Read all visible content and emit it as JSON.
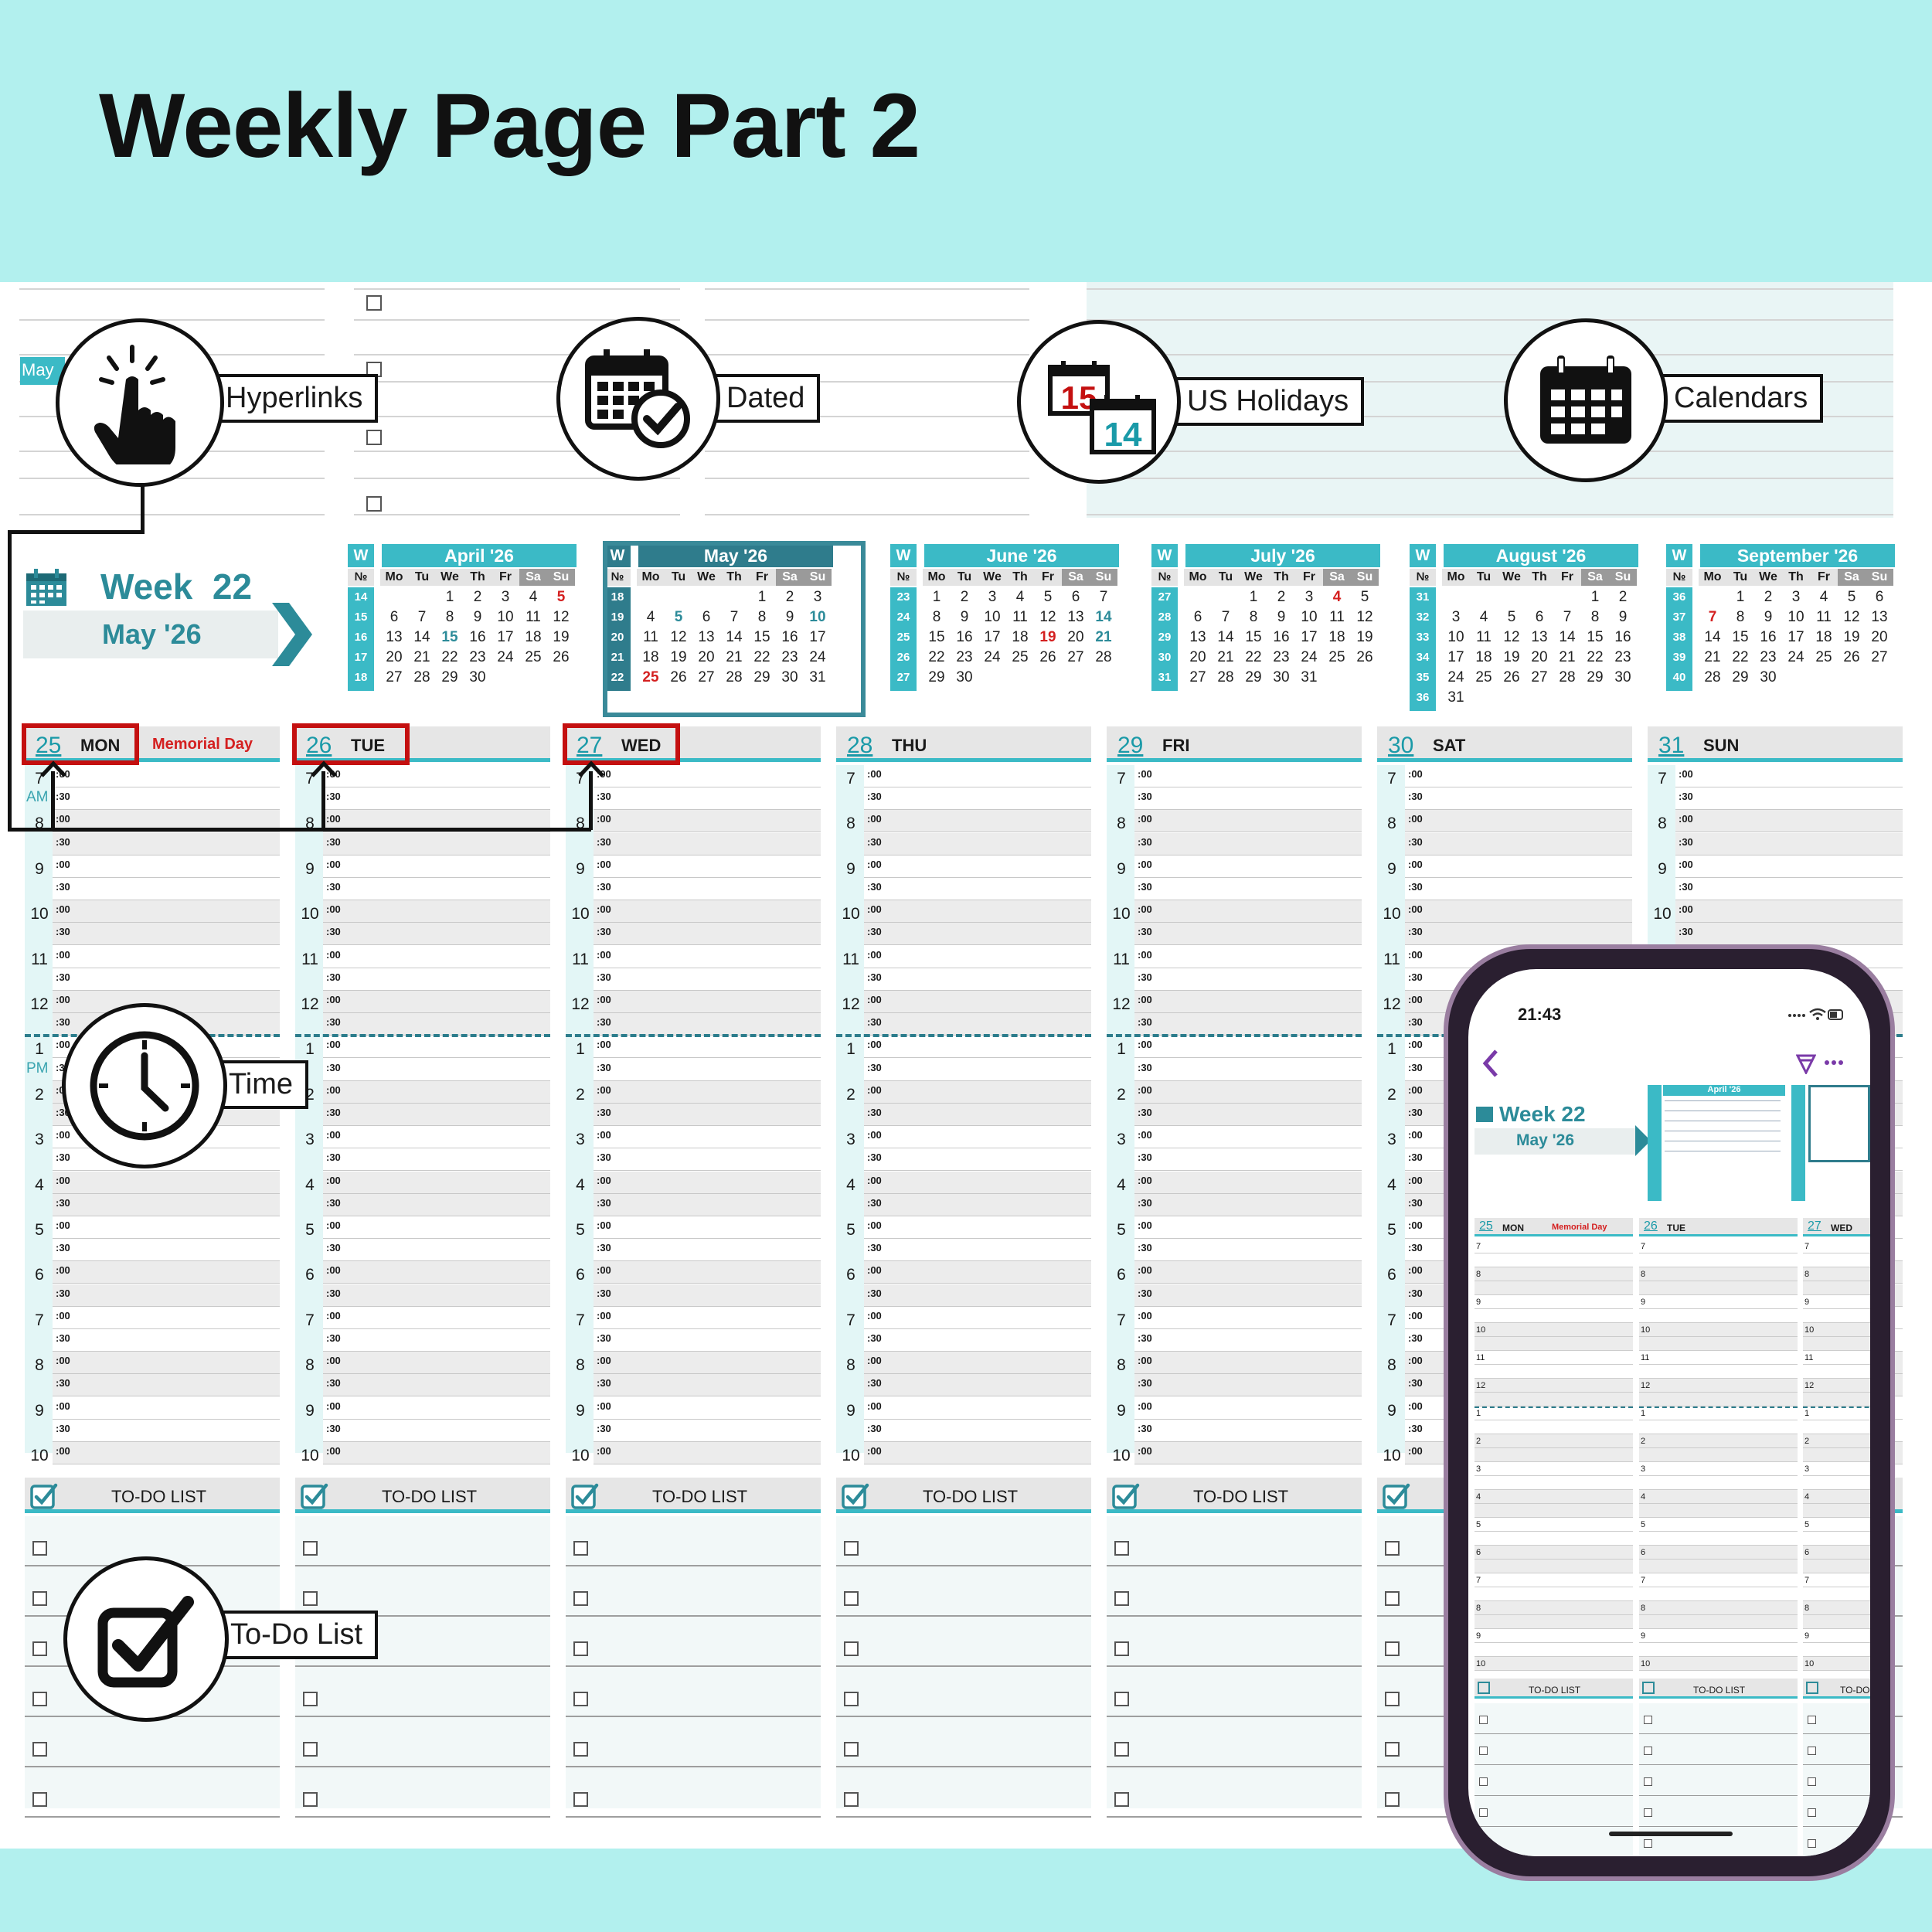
{
  "title": "Weekly Page Part 2",
  "background": {
    "month_link": "May"
  },
  "features": {
    "hyperlinks": "Hyperlinks",
    "dated": "Dated",
    "us_holidays": "US Holidays",
    "calendars": "Calendars",
    "time": "Time",
    "todo": "To-Do List",
    "holiday_icon_top": "15",
    "holiday_icon_bottom": "14"
  },
  "week": {
    "label": "Week",
    "number": "22",
    "month": "May '26"
  },
  "weekday_headers": [
    "Mo",
    "Tu",
    "We",
    "Th",
    "Fr",
    "Sa",
    "Su"
  ],
  "week_col_label": "W",
  "week_no_label": "№",
  "mini_calendars": [
    {
      "title": "April '26",
      "weeks": [
        "14",
        "15",
        "16",
        "17",
        "18"
      ],
      "rows": [
        [
          "",
          "",
          "1",
          "2",
          "3",
          "4",
          "5"
        ],
        [
          "6",
          "7",
          "8",
          "9",
          "10",
          "11",
          "12"
        ],
        [
          "13",
          "14",
          "15",
          "16",
          "17",
          "18",
          "19"
        ],
        [
          "20",
          "21",
          "22",
          "23",
          "24",
          "25",
          "26"
        ],
        [
          "27",
          "28",
          "29",
          "30",
          "",
          "",
          ""
        ]
      ],
      "highlight": [
        "15"
      ],
      "holidays": [
        "5"
      ]
    },
    {
      "title": "May '26",
      "weeks": [
        "18",
        "19",
        "20",
        "21",
        "22"
      ],
      "rows": [
        [
          "",
          "",
          "",
          "",
          "1",
          "2",
          "3"
        ],
        [
          "4",
          "5",
          "6",
          "7",
          "8",
          "9",
          "10"
        ],
        [
          "11",
          "12",
          "13",
          "14",
          "15",
          "16",
          "17"
        ],
        [
          "18",
          "19",
          "20",
          "21",
          "22",
          "23",
          "24"
        ],
        [
          "25",
          "26",
          "27",
          "28",
          "29",
          "30",
          "31"
        ]
      ],
      "highlight": [
        "5",
        "10"
      ],
      "holidays": [
        "25"
      ]
    },
    {
      "title": "June '26",
      "weeks": [
        "23",
        "24",
        "25",
        "26",
        "27"
      ],
      "rows": [
        [
          "1",
          "2",
          "3",
          "4",
          "5",
          "6",
          "7"
        ],
        [
          "8",
          "9",
          "10",
          "11",
          "12",
          "13",
          "14"
        ],
        [
          "15",
          "16",
          "17",
          "18",
          "19",
          "20",
          "21"
        ],
        [
          "22",
          "23",
          "24",
          "25",
          "26",
          "27",
          "28"
        ],
        [
          "29",
          "30",
          "",
          "",
          "",
          "",
          ""
        ]
      ],
      "highlight": [
        "14",
        "21"
      ],
      "holidays": [
        "19"
      ]
    },
    {
      "title": "July '26",
      "weeks": [
        "27",
        "28",
        "29",
        "30",
        "31"
      ],
      "rows": [
        [
          "",
          "",
          "1",
          "2",
          "3",
          "4",
          "5"
        ],
        [
          "6",
          "7",
          "8",
          "9",
          "10",
          "11",
          "12"
        ],
        [
          "13",
          "14",
          "15",
          "16",
          "17",
          "18",
          "19"
        ],
        [
          "20",
          "21",
          "22",
          "23",
          "24",
          "25",
          "26"
        ],
        [
          "27",
          "28",
          "29",
          "30",
          "31",
          "",
          ""
        ]
      ],
      "highlight": [],
      "holidays": [
        "4"
      ]
    },
    {
      "title": "August '26",
      "weeks": [
        "31",
        "32",
        "33",
        "34",
        "35",
        "36"
      ],
      "rows": [
        [
          "",
          "",
          "",
          "",
          "",
          "1",
          "2"
        ],
        [
          "3",
          "4",
          "5",
          "6",
          "7",
          "8",
          "9"
        ],
        [
          "10",
          "11",
          "12",
          "13",
          "14",
          "15",
          "16"
        ],
        [
          "17",
          "18",
          "19",
          "20",
          "21",
          "22",
          "23"
        ],
        [
          "24",
          "25",
          "26",
          "27",
          "28",
          "29",
          "30"
        ],
        [
          "31",
          "",
          "",
          "",
          "",
          "",
          ""
        ]
      ],
      "highlight": [],
      "holidays": []
    },
    {
      "title": "September '26",
      "weeks": [
        "36",
        "37",
        "38",
        "39",
        "40"
      ],
      "rows": [
        [
          "",
          "1",
          "2",
          "3",
          "4",
          "5",
          "6"
        ],
        [
          "7",
          "8",
          "9",
          "10",
          "11",
          "12",
          "13"
        ],
        [
          "14",
          "15",
          "16",
          "17",
          "18",
          "19",
          "20"
        ],
        [
          "21",
          "22",
          "23",
          "24",
          "25",
          "26",
          "27"
        ],
        [
          "28",
          "29",
          "30",
          "",
          "",
          "",
          ""
        ]
      ],
      "highlight": [],
      "holidays": [
        "7"
      ]
    }
  ],
  "days": [
    {
      "num": "25",
      "name": "MON",
      "holiday": "Memorial Day"
    },
    {
      "num": "26",
      "name": "TUE",
      "holiday": ""
    },
    {
      "num": "27",
      "name": "WED",
      "holiday": ""
    },
    {
      "num": "28",
      "name": "THU",
      "holiday": ""
    },
    {
      "num": "29",
      "name": "FRI",
      "holiday": ""
    },
    {
      "num": "30",
      "name": "SAT",
      "holiday": ""
    },
    {
      "num": "31",
      "name": "SUN",
      "holiday": ""
    }
  ],
  "hours": [
    "7",
    "8",
    "9",
    "10",
    "11",
    "12",
    "1",
    "2",
    "3",
    "4",
    "5",
    "6",
    "7",
    "8",
    "9",
    "10"
  ],
  "minute_labels": {
    "on": ":00",
    "half": ":30"
  },
  "am": "AM",
  "pm": "PM",
  "todo_label": "TO-DO LIST",
  "phone": {
    "time": "21:43",
    "week_label": "Week",
    "week_number": "22",
    "month": "May '26",
    "mini_title": "April '26",
    "holiday": "Memorial Day",
    "todo_label": "TO-DO LIST",
    "todo_partial": "TO-DO"
  },
  "colors": {
    "accent": "#3bbac6",
    "teal_text": "#2c8b99",
    "band": "#b2f0ee",
    "holiday": "#d42020",
    "highlight_box": "#c41010"
  }
}
